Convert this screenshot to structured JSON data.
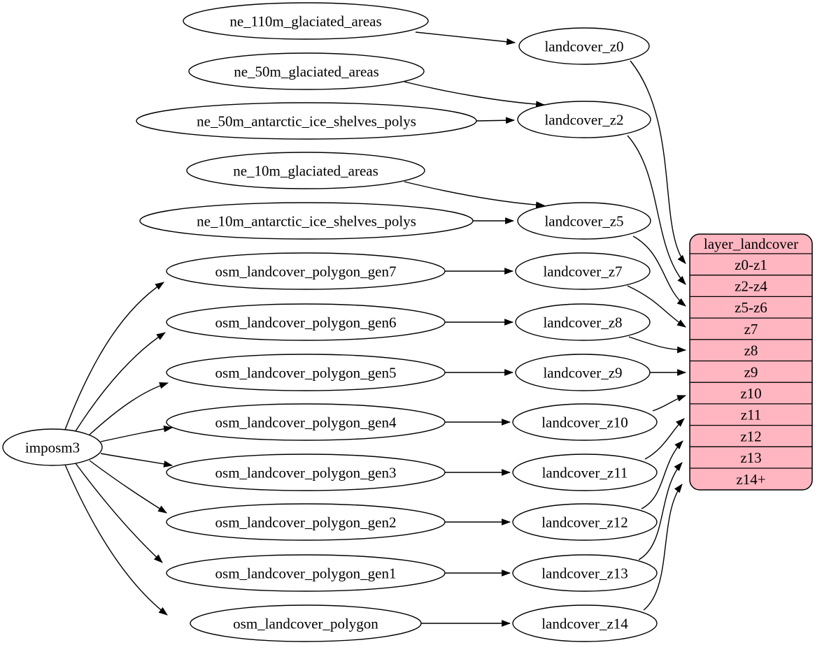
{
  "diagram": {
    "colors": {
      "background": "#ffffff",
      "node_fill": "#ffffff",
      "edge_stroke": "#000000",
      "record_fill": "#ffb6c1"
    },
    "nodes": {
      "imposm3": "imposm3",
      "ne110": "ne_110m_glaciated_areas",
      "ne50": "ne_50m_glaciated_areas",
      "ne50ant": "ne_50m_antarctic_ice_shelves_polys",
      "ne10": "ne_10m_glaciated_areas",
      "ne10ant": "ne_10m_antarctic_ice_shelves_polys",
      "gen7": "osm_landcover_polygon_gen7",
      "gen6": "osm_landcover_polygon_gen6",
      "gen5": "osm_landcover_polygon_gen5",
      "gen4": "osm_landcover_polygon_gen4",
      "gen3": "osm_landcover_polygon_gen3",
      "gen2": "osm_landcover_polygon_gen2",
      "gen1": "osm_landcover_polygon_gen1",
      "poly": "osm_landcover_polygon",
      "z0": "landcover_z0",
      "z2": "landcover_z2",
      "z5": "landcover_z5",
      "z7": "landcover_z7",
      "z8": "landcover_z8",
      "z9": "landcover_z9",
      "z10": "landcover_z10",
      "z11": "landcover_z11",
      "z12": "landcover_z12",
      "z13": "landcover_z13",
      "z14": "landcover_z14"
    },
    "record": {
      "title": "layer_landcover",
      "rows": [
        "z0-z1",
        "z2-z4",
        "z5-z6",
        "z7",
        "z8",
        "z9",
        "z10",
        "z11",
        "z12",
        "z13",
        "z14+"
      ]
    },
    "edges": [
      {
        "from": "ne_110m_glaciated_areas",
        "to": "landcover_z0"
      },
      {
        "from": "ne_50m_glaciated_areas",
        "to": "landcover_z2"
      },
      {
        "from": "ne_50m_antarctic_ice_shelves_polys",
        "to": "landcover_z2"
      },
      {
        "from": "ne_10m_glaciated_areas",
        "to": "landcover_z5"
      },
      {
        "from": "ne_10m_antarctic_ice_shelves_polys",
        "to": "landcover_z5"
      },
      {
        "from": "imposm3",
        "to": "osm_landcover_polygon_gen7"
      },
      {
        "from": "imposm3",
        "to": "osm_landcover_polygon_gen6"
      },
      {
        "from": "imposm3",
        "to": "osm_landcover_polygon_gen5"
      },
      {
        "from": "imposm3",
        "to": "osm_landcover_polygon_gen4"
      },
      {
        "from": "imposm3",
        "to": "osm_landcover_polygon_gen3"
      },
      {
        "from": "imposm3",
        "to": "osm_landcover_polygon_gen2"
      },
      {
        "from": "imposm3",
        "to": "osm_landcover_polygon_gen1"
      },
      {
        "from": "imposm3",
        "to": "osm_landcover_polygon"
      },
      {
        "from": "osm_landcover_polygon_gen7",
        "to": "landcover_z7"
      },
      {
        "from": "osm_landcover_polygon_gen6",
        "to": "landcover_z8"
      },
      {
        "from": "osm_landcover_polygon_gen5",
        "to": "landcover_z9"
      },
      {
        "from": "osm_landcover_polygon_gen4",
        "to": "landcover_z10"
      },
      {
        "from": "osm_landcover_polygon_gen3",
        "to": "landcover_z11"
      },
      {
        "from": "osm_landcover_polygon_gen2",
        "to": "landcover_z12"
      },
      {
        "from": "osm_landcover_polygon_gen1",
        "to": "landcover_z13"
      },
      {
        "from": "osm_landcover_polygon",
        "to": "landcover_z14"
      },
      {
        "from": "landcover_z0",
        "to": "layer_landcover:z0-z1"
      },
      {
        "from": "landcover_z2",
        "to": "layer_landcover:z2-z4"
      },
      {
        "from": "landcover_z5",
        "to": "layer_landcover:z5-z6"
      },
      {
        "from": "landcover_z7",
        "to": "layer_landcover:z7"
      },
      {
        "from": "landcover_z8",
        "to": "layer_landcover:z8"
      },
      {
        "from": "landcover_z9",
        "to": "layer_landcover:z9"
      },
      {
        "from": "landcover_z10",
        "to": "layer_landcover:z10"
      },
      {
        "from": "landcover_z11",
        "to": "layer_landcover:z11"
      },
      {
        "from": "landcover_z12",
        "to": "layer_landcover:z12"
      },
      {
        "from": "landcover_z13",
        "to": "layer_landcover:z13"
      },
      {
        "from": "landcover_z14",
        "to": "layer_landcover:z14+"
      }
    ]
  }
}
